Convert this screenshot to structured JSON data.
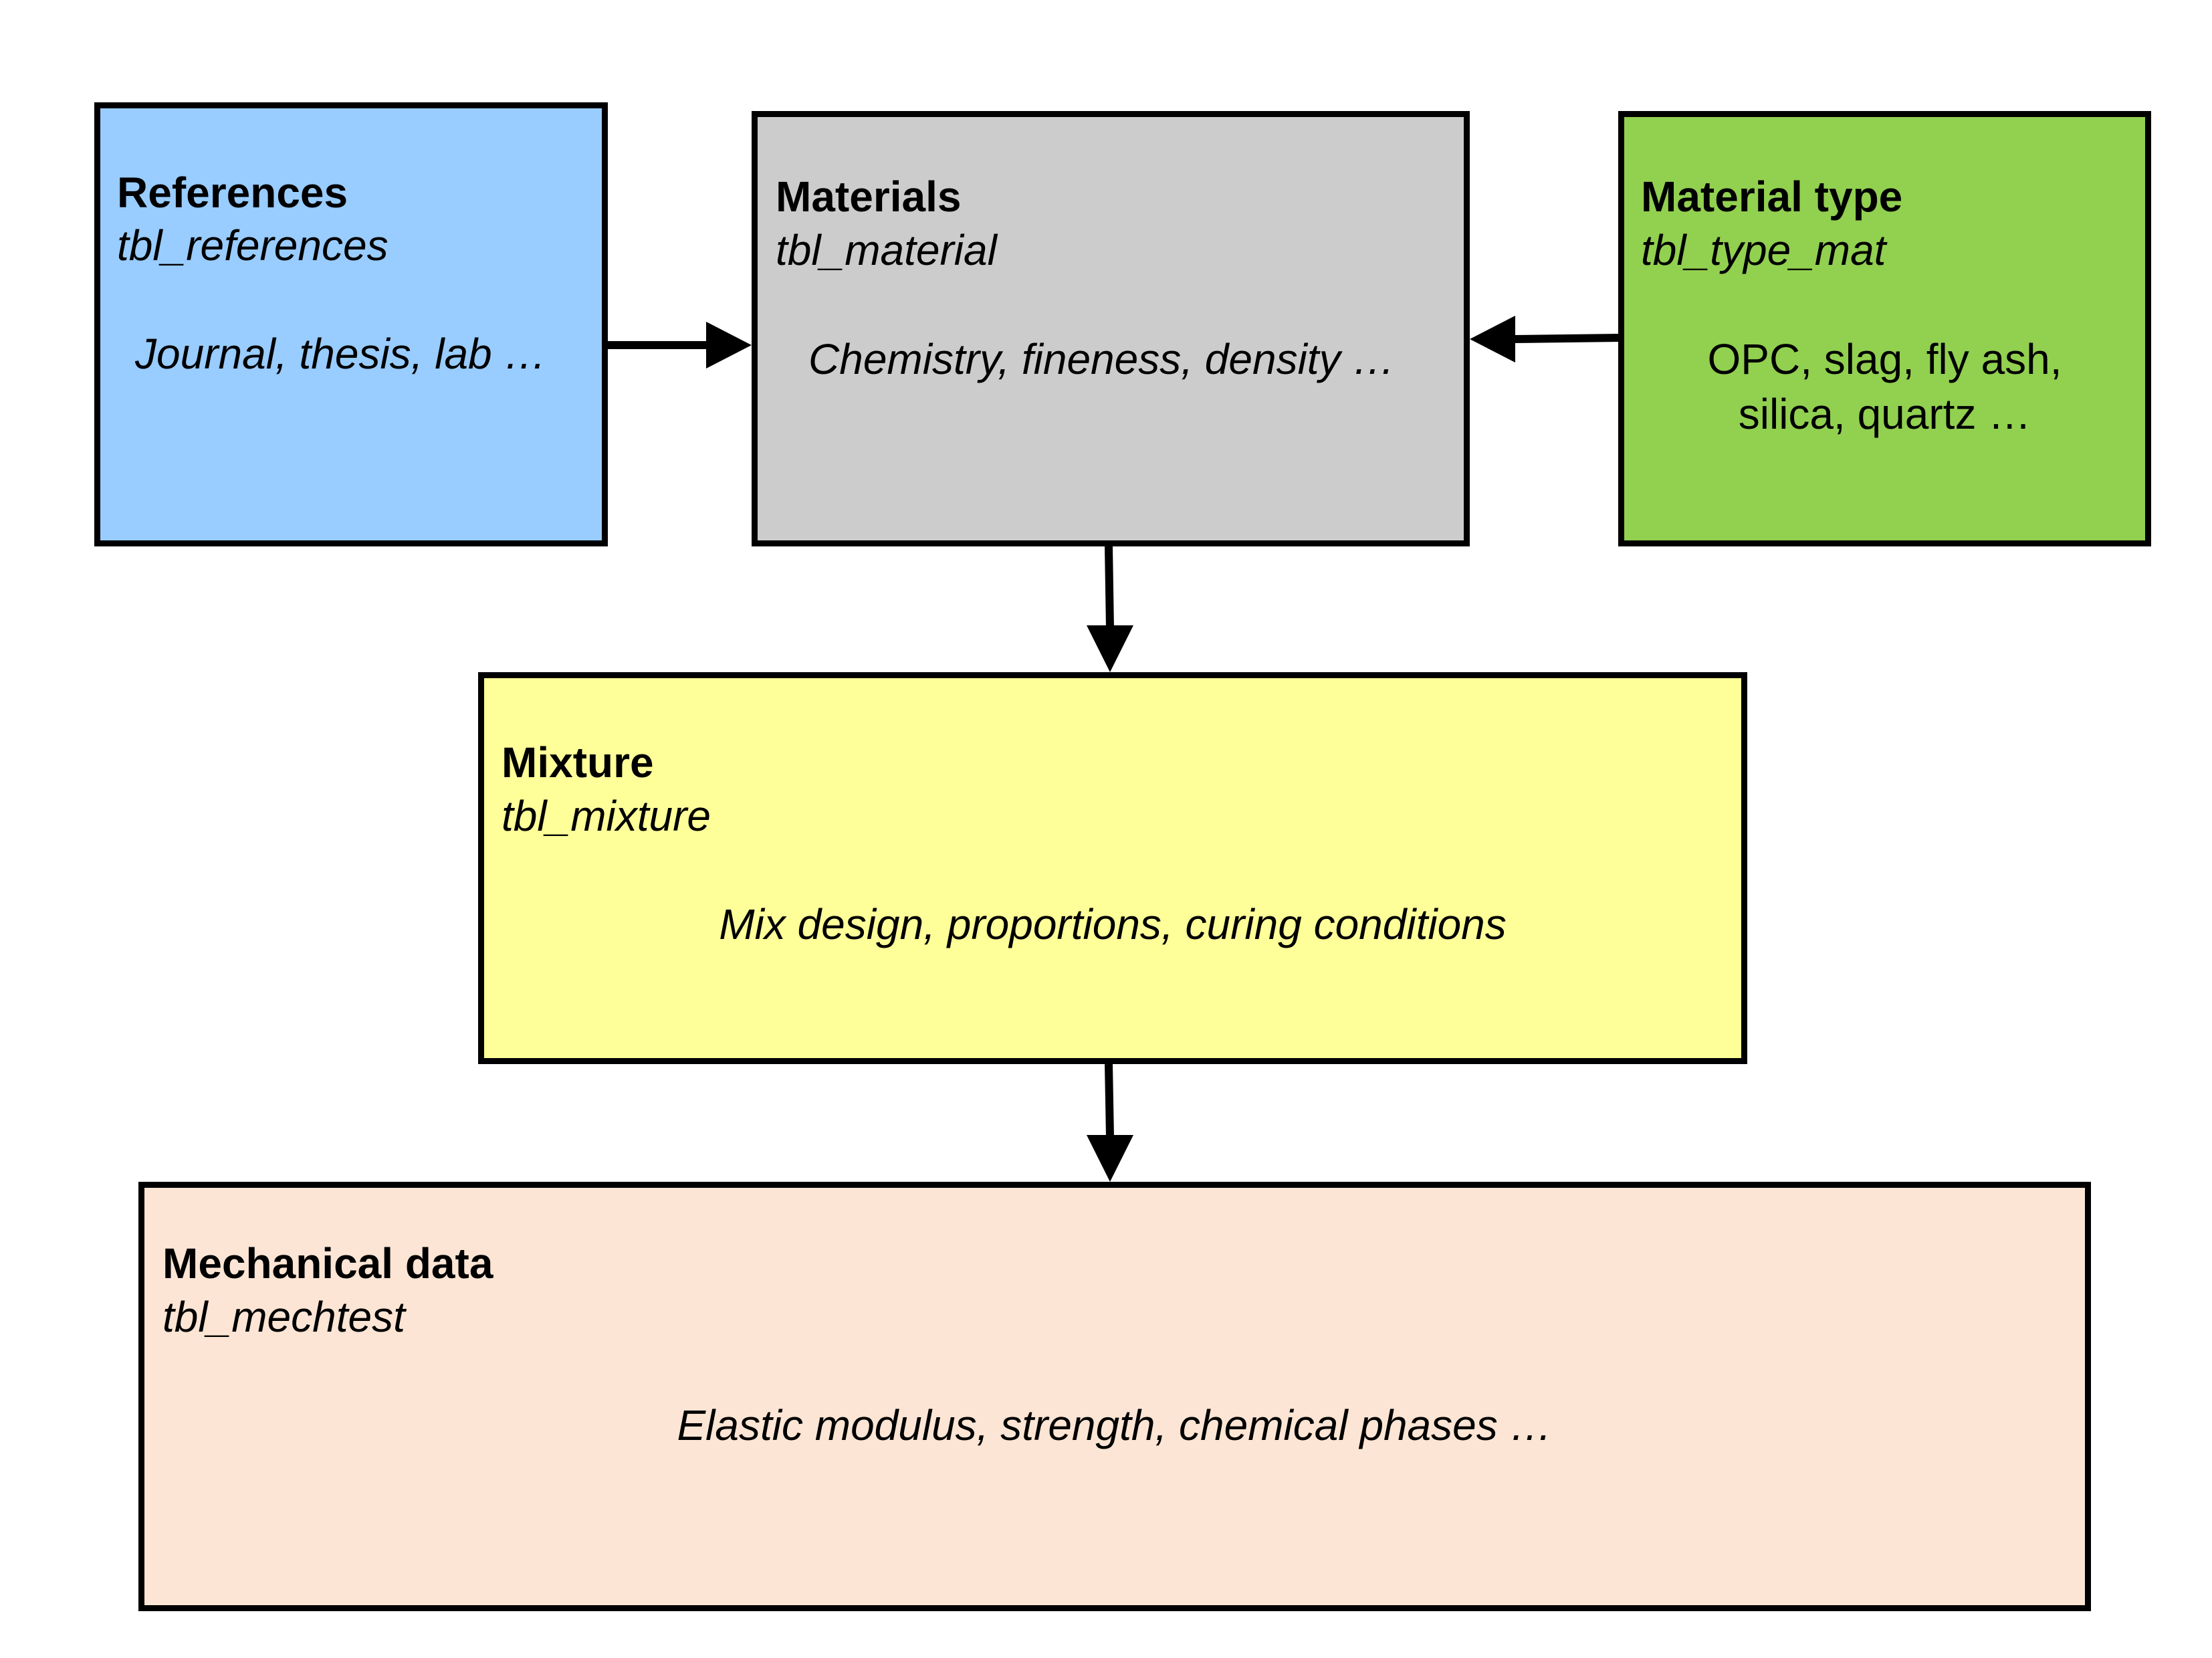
{
  "colors": {
    "references_fill": "#99ccff",
    "materials_fill": "#cccccc",
    "material_type_fill": "#92d050",
    "mixture_fill": "#ffff99",
    "mechanical_fill": "#fce5d4",
    "border": "#000000",
    "arrow": "#000000"
  },
  "boxes": {
    "references": {
      "title": "References",
      "table": "tbl_references",
      "description": "Journal, thesis, lab …"
    },
    "materials": {
      "title": "Materials",
      "table": "tbl_material",
      "description": "Chemistry, fineness, density …"
    },
    "material_type": {
      "title": "Material type",
      "table": "tbl_type_mat",
      "description_line1": "OPC, slag, fly ash,",
      "description_line2": "silica, quartz …"
    },
    "mixture": {
      "title": "Mixture",
      "table": "tbl_mixture",
      "description": "Mix design, proportions, curing conditions"
    },
    "mechanical": {
      "title": "Mechanical data",
      "table": "tbl_mechtest",
      "description": "Elastic modulus, strength, chemical phases …"
    }
  },
  "connections": [
    {
      "from": "references",
      "to": "materials"
    },
    {
      "from": "material_type",
      "to": "materials"
    },
    {
      "from": "materials",
      "to": "mixture"
    },
    {
      "from": "mixture",
      "to": "mechanical"
    }
  ]
}
